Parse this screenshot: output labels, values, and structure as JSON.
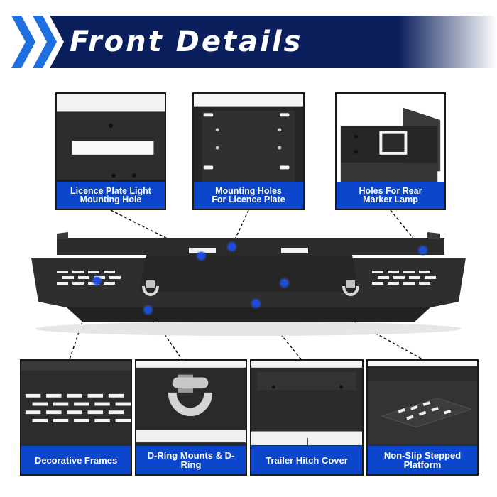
{
  "header": {
    "title": "Front Details"
  },
  "top_panels": [
    {
      "label_line1": "Licence Plate Light",
      "label_line2": "Mounting Hole"
    },
    {
      "label_line1": "Mounting Holes",
      "label_line2": "For Licence Plate"
    },
    {
      "label_line1": "Holes For Rear",
      "label_line2": "Marker Lamp"
    }
  ],
  "bottom_panels": [
    {
      "label_line1": "Decorative Frames",
      "label_line2": ""
    },
    {
      "label_line1": "D-Ring Mounts & D-Ring",
      "label_line2": ""
    },
    {
      "label_line1": "Trailer Hitch Cover",
      "label_line2": ""
    },
    {
      "label_line1": "Non-Slip Stepped",
      "label_line2": "Platform"
    }
  ],
  "colors": {
    "banner_blue": "#0c46cc",
    "banner_navy": "#0b1f5c",
    "caption_blue": "#0c46cc",
    "marker_blue": "#1c4ed8",
    "steel": "#2c2c2c"
  }
}
